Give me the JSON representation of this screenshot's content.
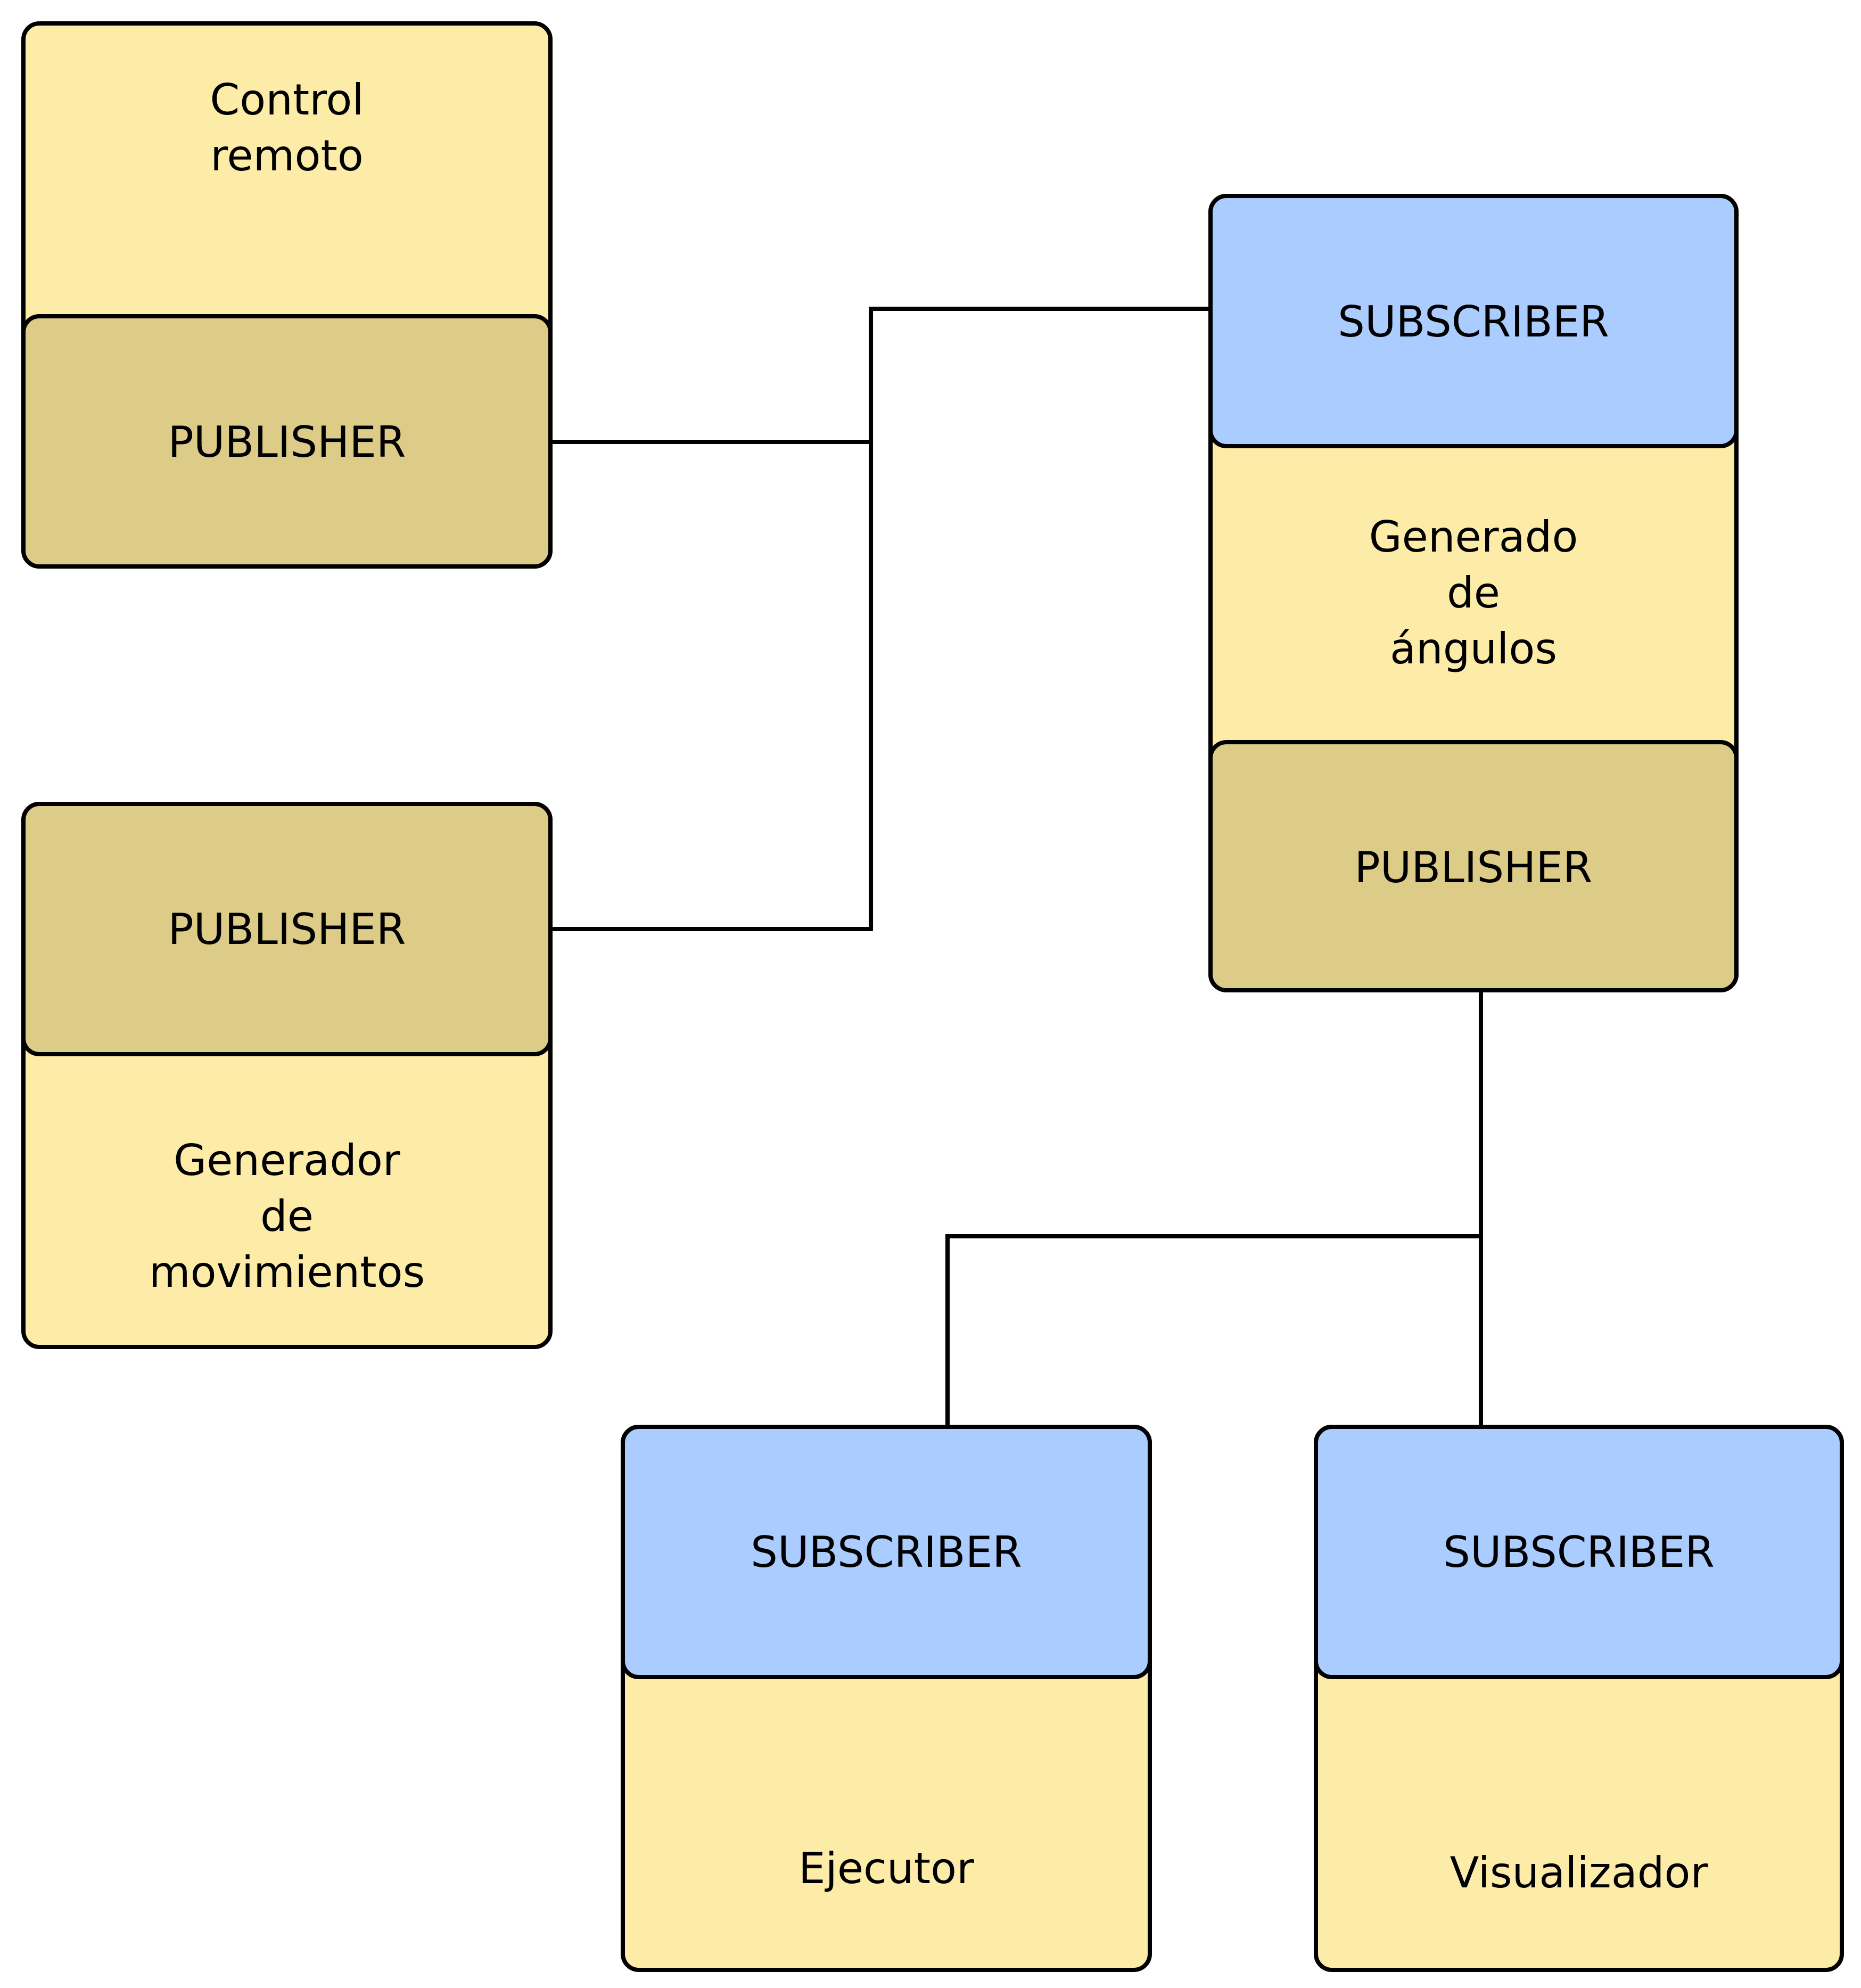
{
  "nodes": {
    "control_remoto": {
      "line1": "Control",
      "line2": "remoto",
      "port": "PUBLISHER"
    },
    "generador_movimientos": {
      "line1": "Generador",
      "line2": "de",
      "line3": "movimientos",
      "port": "PUBLISHER"
    },
    "generado_angulos": {
      "line1": "Generado",
      "line2": "de",
      "line3": "ángulos",
      "sub_port": "SUBSCRIBER",
      "pub_port": "PUBLISHER"
    },
    "ejecutor": {
      "label": "Ejecutor",
      "port": "SUBSCRIBER"
    },
    "visualizador": {
      "label": "Visualizador",
      "port": "SUBSCRIBER"
    }
  },
  "colors": {
    "node_fill": "#fdeca8",
    "publisher_fill": "#ddcc88",
    "subscriber_fill": "#aaccff",
    "stroke": "#000000"
  }
}
